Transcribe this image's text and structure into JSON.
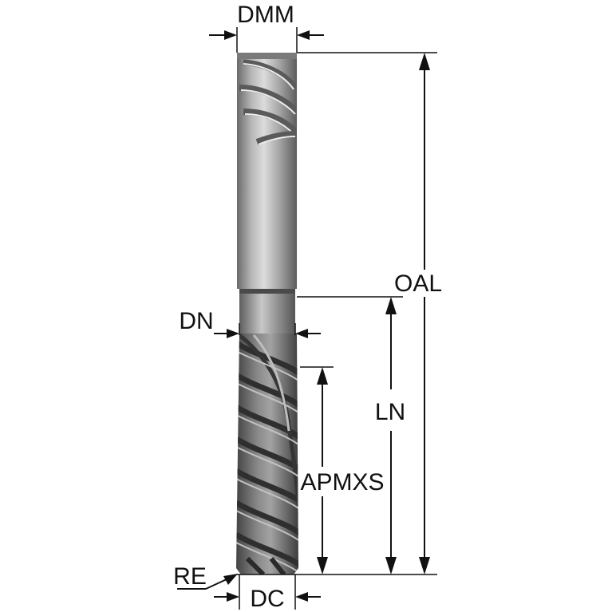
{
  "labels": {
    "dmm": "DMM",
    "oal": "OAL",
    "dn": "DN",
    "ln": "LN",
    "apmxs": "APMXS",
    "re": "RE",
    "dc": "DC"
  },
  "colors": {
    "line": "#111111",
    "shank_dark": "#6f6f6f",
    "shank_light": "#d2d2d2",
    "flute_dark": "#4a4a4a",
    "flute_light": "#9a9a9a"
  }
}
